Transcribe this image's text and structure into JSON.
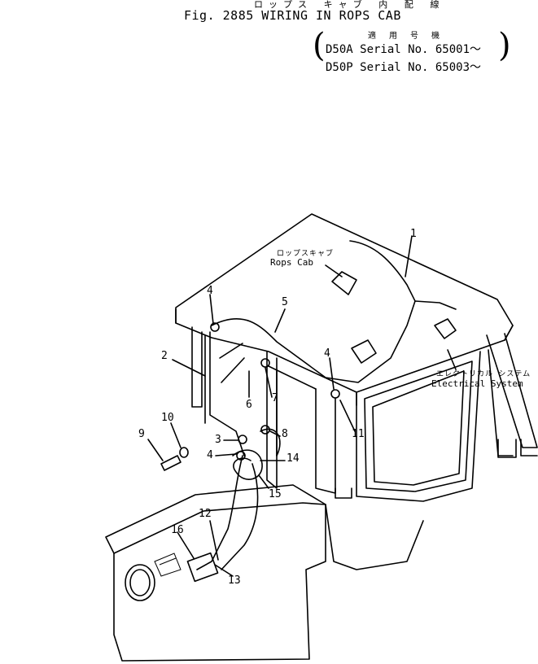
{
  "header": {
    "title_jp": "ロップス キャブ 内 配 線",
    "title": "Fig. 2885  WIRING IN ROPS CAB",
    "serial_heading_jp": "適 用 号 機",
    "serial_lines": [
      "D50A  Serial  No.  65001～",
      "D50P  Serial  No.  65003～"
    ]
  },
  "labels": {
    "rops_cab_jp": "ロップスキャブ",
    "rops_cab": "Rops Cab",
    "electrical_jp": "エレクトリカル システム",
    "electrical": "Electrical System"
  },
  "callouts": [
    "1",
    "2",
    "3",
    "4",
    "5",
    "6",
    "7",
    "8",
    "9",
    "10",
    "11",
    "12",
    "13",
    "14",
    "15",
    "16"
  ],
  "callout_4_repeat": "4",
  "callout_4_repeat2": "4"
}
